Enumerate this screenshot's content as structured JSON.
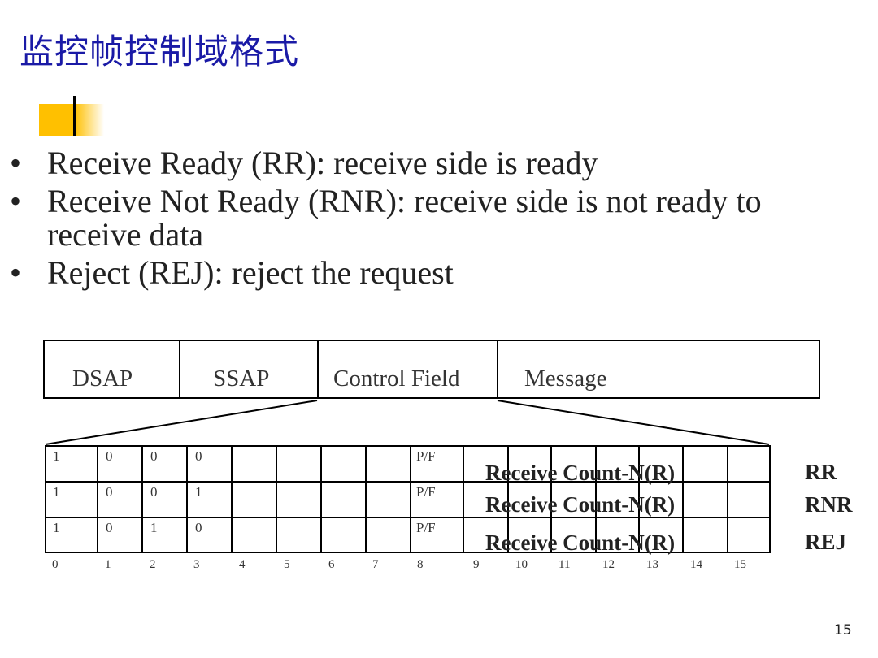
{
  "title": "监控帧控制域格式",
  "bullets": [
    "Receive Ready (RR): receive side is ready",
    "Receive Not Ready (RNR): receive side is not ready to receive data",
    "Reject (REJ): reject the request"
  ],
  "bullet_glyph": "•",
  "frame_fields": [
    "DSAP",
    "SSAP",
    "Control Field",
    "Message"
  ],
  "rows": [
    {
      "bits": [
        "1",
        "0",
        "0",
        "0"
      ],
      "pf": "P/F",
      "nr": "Receive Count-N(R)",
      "label": "RR"
    },
    {
      "bits": [
        "1",
        "0",
        "0",
        "1"
      ],
      "pf": "P/F",
      "nr": "Receive Count-N(R)",
      "label": "RNR"
    },
    {
      "bits": [
        "1",
        "0",
        "1",
        "0"
      ],
      "pf": "P/F",
      "nr": "Receive Count-N(R)",
      "label": "REJ"
    }
  ],
  "bit_indices": [
    "0",
    "1",
    "2",
    "3",
    "4",
    "5",
    "6",
    "7",
    "8",
    "9",
    "10",
    "11",
    "12",
    "13",
    "14",
    "15"
  ],
  "page_number": "15",
  "colors": {
    "title": "#1a1aa6",
    "accent": "#ffc000"
  }
}
